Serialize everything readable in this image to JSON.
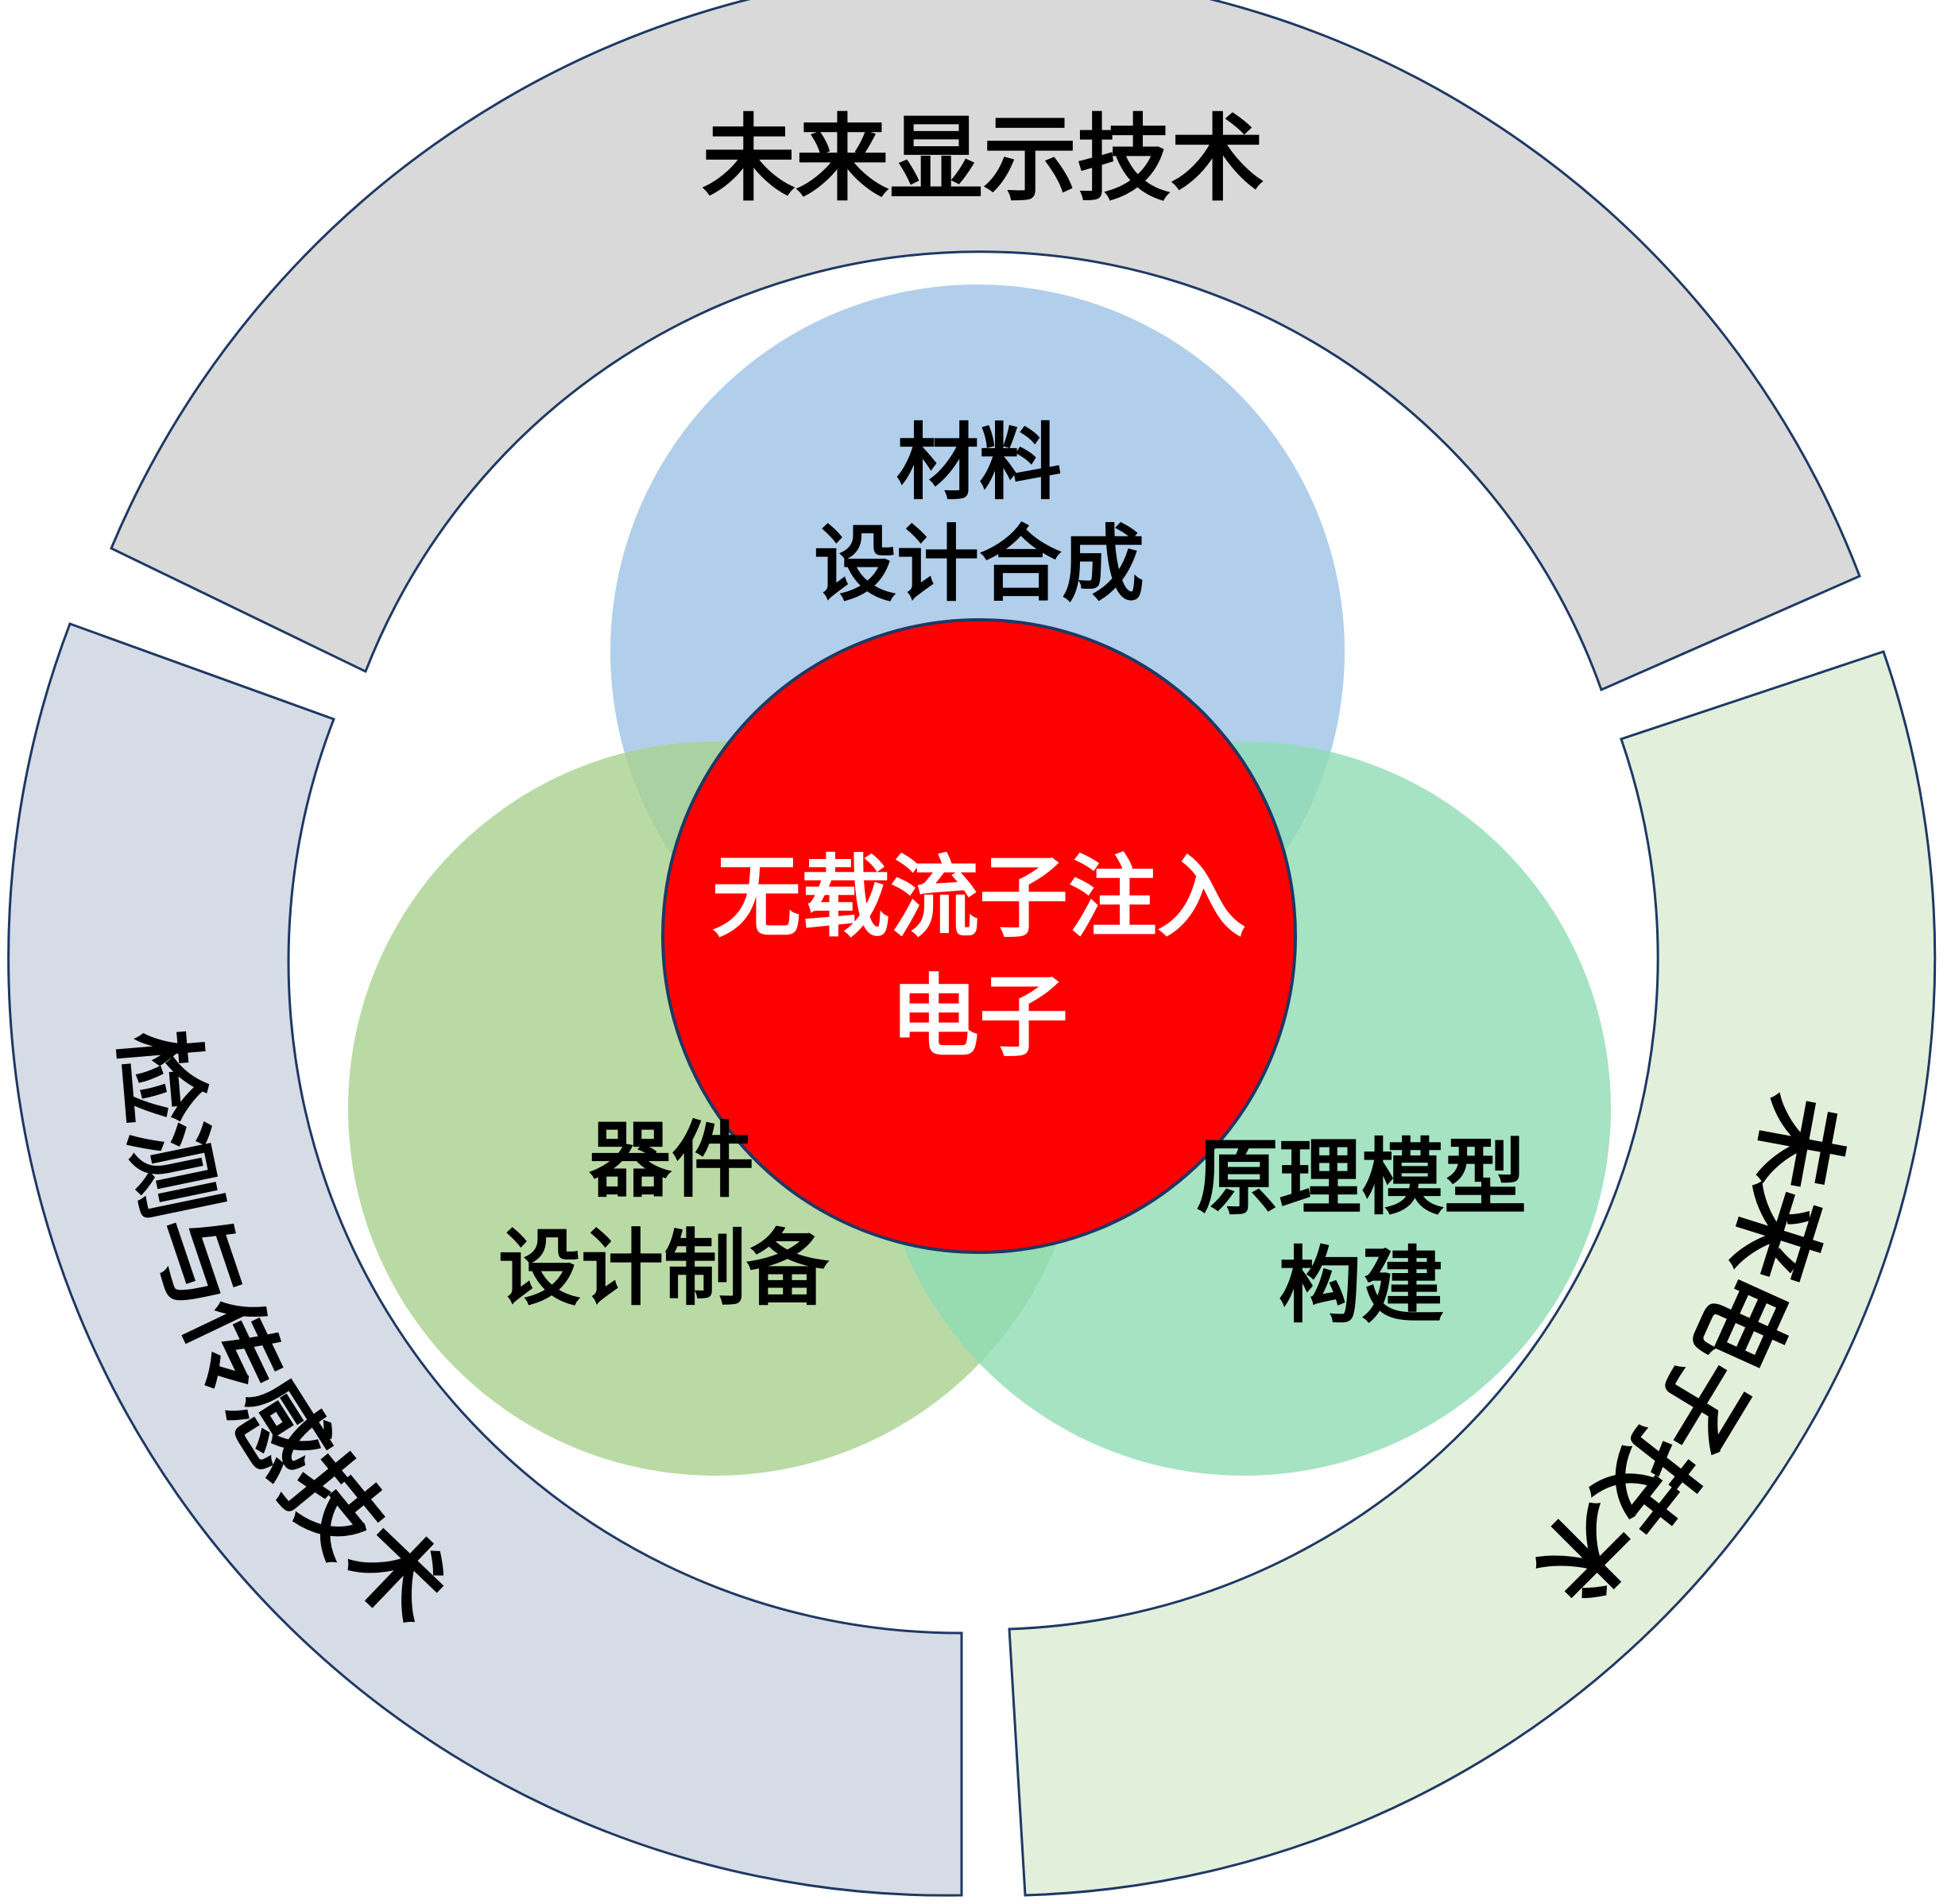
{
  "outer_ring": [
    {
      "id": "top",
      "text": "未来显示技术",
      "fill": "#d9d9d9"
    },
    {
      "id": "left",
      "text": "检测与传感技术",
      "fill": "#d6dce5"
    },
    {
      "id": "right",
      "text": "未来电子技术",
      "fill": "#e2efda"
    }
  ],
  "circles": {
    "materials": {
      "line1": "材料",
      "line2": "设计合成",
      "fill": "#9dc3e6"
    },
    "devices": {
      "line1": "器件",
      "line2": "设计制备",
      "fill": "#a9d18e"
    },
    "theory": {
      "line1": "原理模型",
      "line2": "构建",
      "fill": "#8fdcb4"
    }
  },
  "center": {
    "line1": "无载流子注入",
    "line2": "电子",
    "fill": "#ff0000",
    "stroke": "#1f3864"
  },
  "stroke_color": "#1f3864"
}
